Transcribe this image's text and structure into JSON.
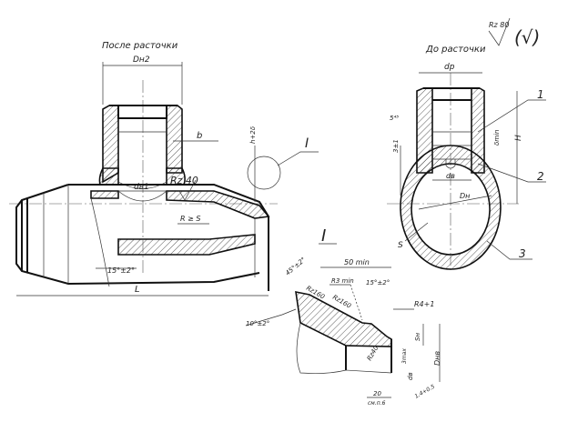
{
  "roughness_general": {
    "label": "Rz 80",
    "bracket": "(√)"
  },
  "view_after": {
    "title": "После расточки",
    "labels": {
      "outer_diameter_branch": "Dн2",
      "wall_b": "b",
      "height": "h+2δ",
      "detail_marker": "I",
      "bore_diameter": "dв1",
      "roughness": "Rz 40",
      "radius": "R ≥ S",
      "angle": "15°±2°",
      "length": "L"
    }
  },
  "view_before": {
    "title": "До расточки",
    "labels": {
      "bore": "dр",
      "chamfer": "5⁴⁵",
      "offset": "3±1",
      "delta": "δmin",
      "height": "H",
      "bore_small": "dв",
      "outer_diameter": "Dн",
      "wall": "S"
    },
    "callouts": [
      "1",
      "2",
      "3"
    ]
  },
  "detail_I": {
    "title": "I",
    "labels": {
      "angle_top": "45°±2°",
      "rz_top": "Rz160",
      "length": "50 min",
      "radius_min": "R3 min",
      "angle_right": "15°±2°",
      "rz_mid": "Rz160",
      "radius_end": "R4+1",
      "angle_left": "10°±2°",
      "wall_sn": "Sн",
      "rz_bottom": "Rz40",
      "max": "3max",
      "bore": "dв",
      "outer": "Dнв",
      "tol": "1.4+0.5",
      "twenty": "20",
      "ref": "см.п.6"
    }
  }
}
